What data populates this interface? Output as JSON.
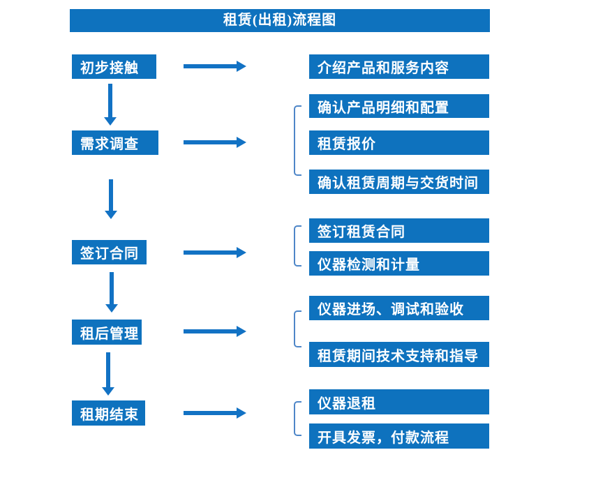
{
  "title": "租赁(出租)流程图",
  "colors": {
    "box_fill": "#0E72BE",
    "arrow_fill": "#1272C4",
    "bracket_stroke": "#4E86C8",
    "text": "#FFFFFF",
    "background": "#FFFFFF"
  },
  "stages": [
    {
      "label": "初步接触",
      "details": [
        "介绍产品和服务内容"
      ]
    },
    {
      "label": "需求调查",
      "details": [
        "确认产品明细和配置",
        "租赁报价",
        "确认租赁周期与交货时间"
      ]
    },
    {
      "label": "签订合同",
      "details": [
        "签订租赁合同",
        "仪器检测和计量"
      ]
    },
    {
      "label": "租后管理",
      "details": [
        "仪器进场、调试和验收",
        "租赁期间技术支持和指导"
      ]
    },
    {
      "label": "租期结束",
      "details": [
        "仪器退租",
        "开具发票，付款流程"
      ]
    }
  ]
}
